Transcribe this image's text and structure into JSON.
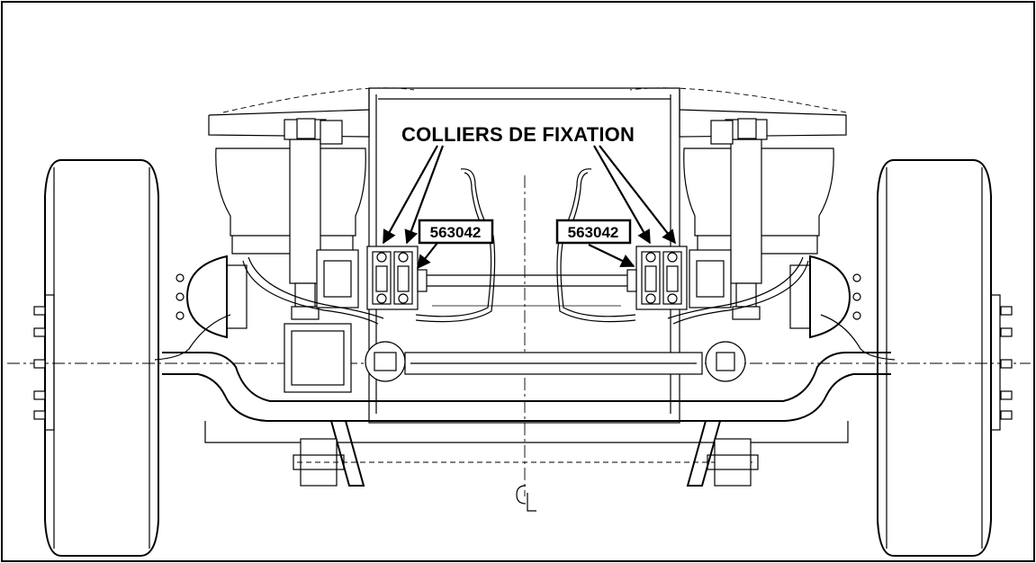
{
  "callouts": {
    "clamps": "COLLIERS DE FIXATION",
    "part_left": "563042",
    "part_right": "563042",
    "centerline": "CL"
  }
}
